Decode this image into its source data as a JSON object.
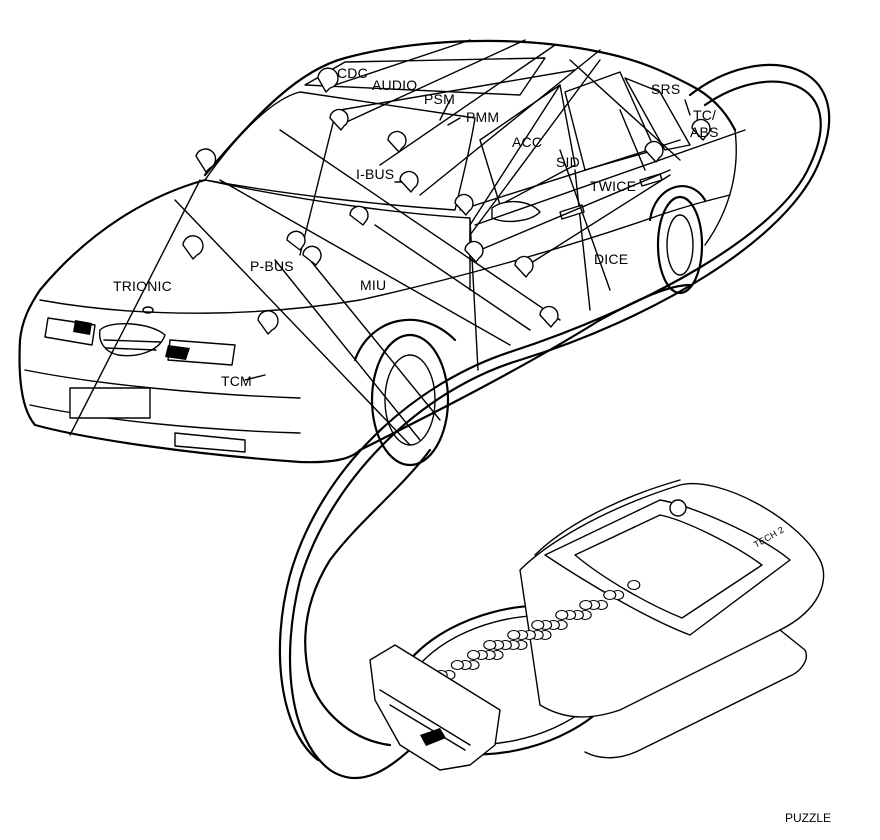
{
  "figure": {
    "labels": {
      "cdc": "CDC",
      "audio": "AUDIO",
      "psm": "PSM",
      "pmm": "PMM",
      "srs": "SRS",
      "tc_abs_1": "TC/",
      "tc_abs_2": "ABS",
      "acc": "ACC",
      "ibus": "I-BUS",
      "sid": "SID",
      "twice": "TWICE",
      "trionic": "TRIONIC",
      "pbus": "P-BUS",
      "miu": "MIU",
      "dice": "DICE",
      "tcm": "TCM"
    },
    "device_brand": "TECH 2",
    "caption": "PUZZLE"
  }
}
